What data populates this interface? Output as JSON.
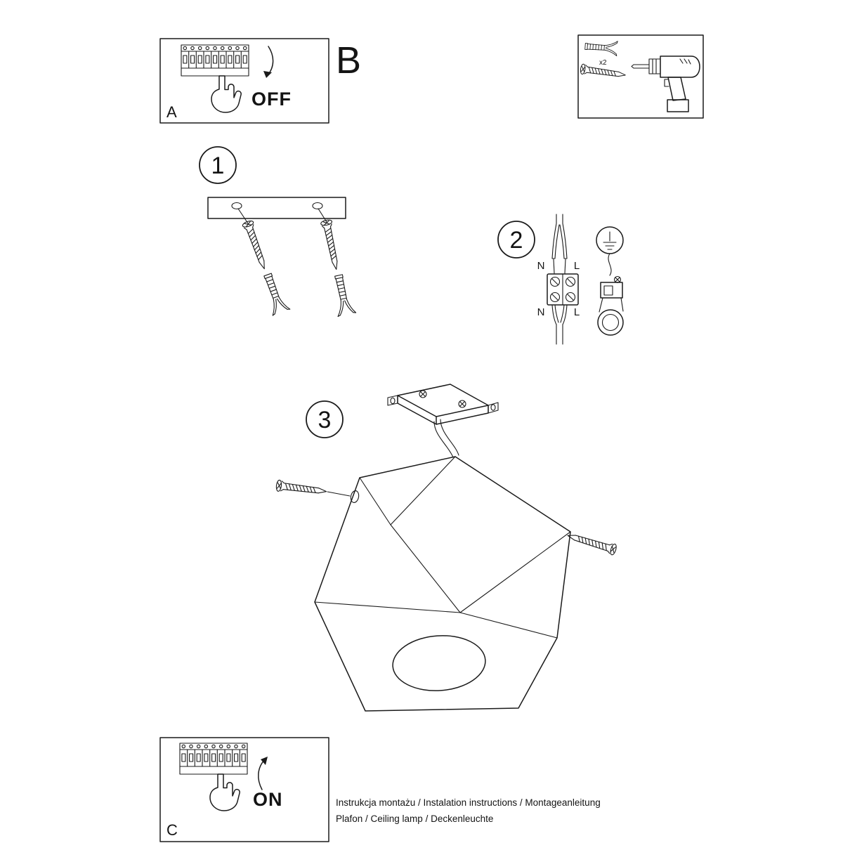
{
  "colors": {
    "ink": "#1a1a1a",
    "background": "#ffffff"
  },
  "boxes": {
    "power_off": {
      "label": "A",
      "state": "OFF"
    },
    "power_on": {
      "label": "C",
      "state": "ON"
    },
    "section": {
      "label": "B"
    },
    "tools": {
      "anchor_count": "x2"
    }
  },
  "steps": [
    {
      "number": "1"
    },
    {
      "number": "2"
    },
    {
      "number": "3"
    }
  ],
  "wiring": {
    "top": {
      "left": "N",
      "right": "L"
    },
    "bottom": {
      "left": "N",
      "right": "L"
    }
  },
  "footer": {
    "line1": "Instrukcja montażu / Instalation instructions / Montageanleitung",
    "line2": "Plafon / Ceiling lamp / Deckenleuchte"
  }
}
